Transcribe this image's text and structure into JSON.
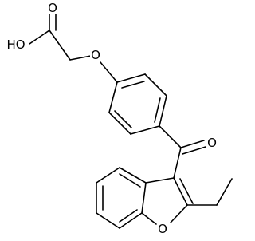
{
  "atoms": [
    {
      "id": "OH",
      "label": "HO"
    },
    {
      "id": "O_carbonyl_acid",
      "label": "O"
    },
    {
      "id": "O_ether",
      "label": "O"
    },
    {
      "id": "O_ketone",
      "label": "O"
    },
    {
      "id": "O_furan",
      "label": "O"
    }
  ]
}
